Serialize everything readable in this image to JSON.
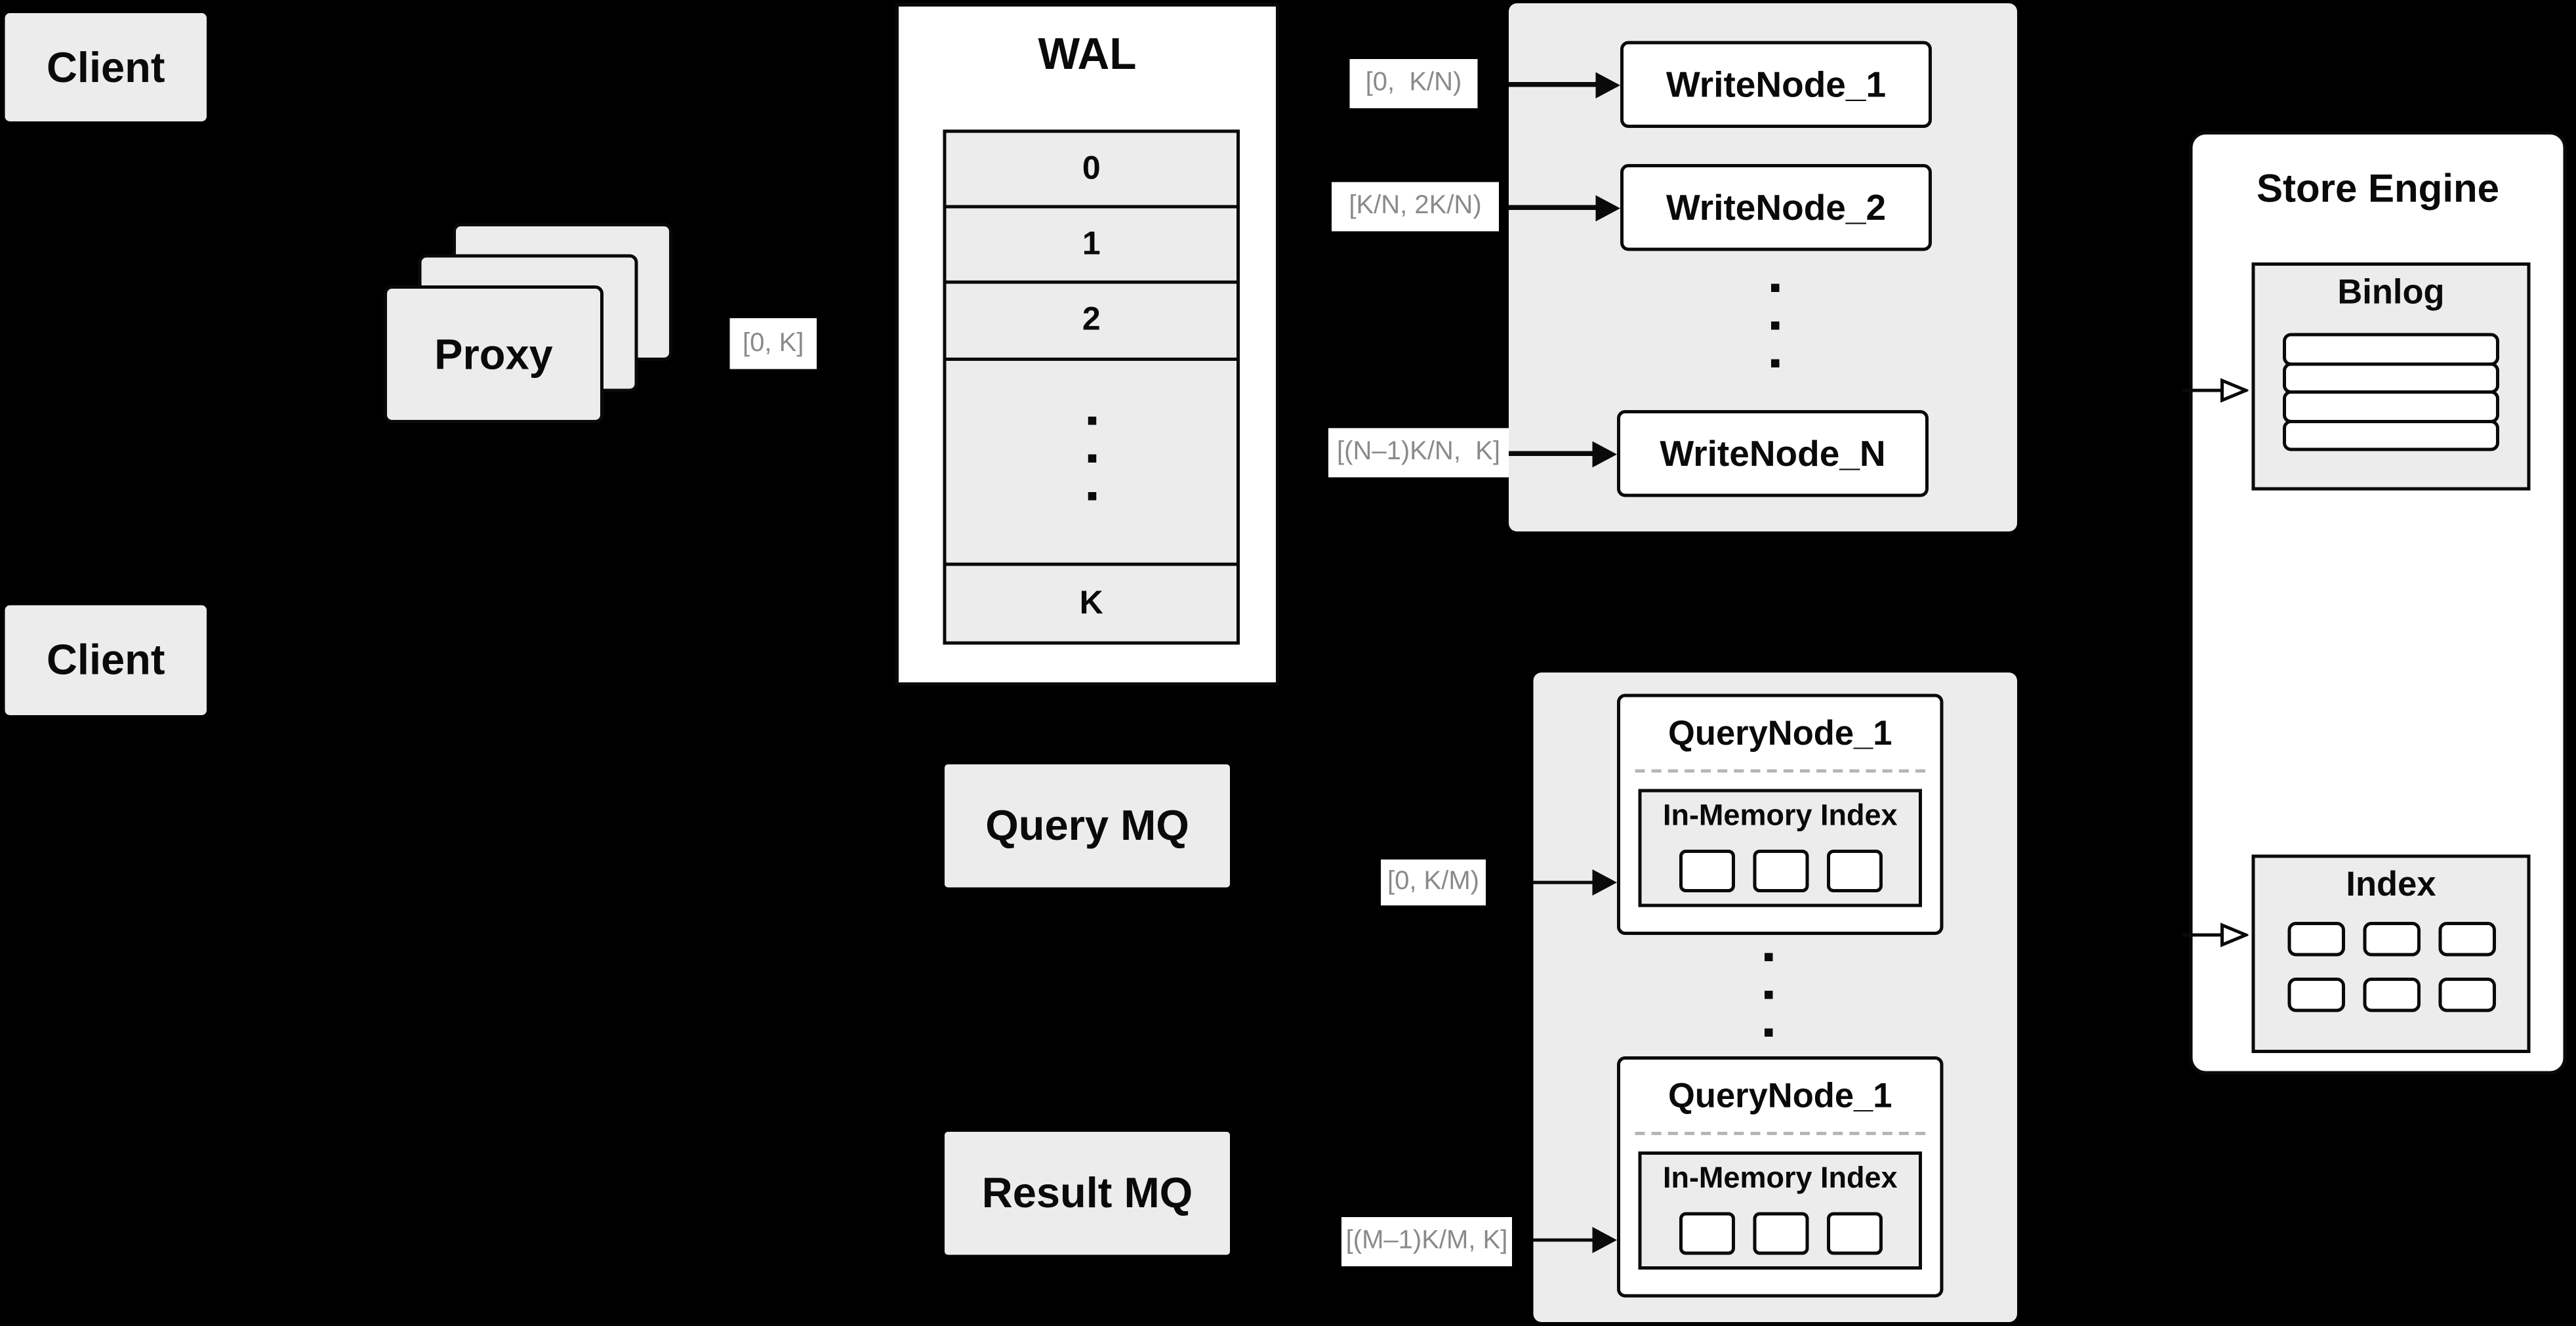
{
  "colors": {
    "background": "#000000",
    "panel_gray": "#ececec",
    "surface_white": "#ffffff",
    "line_black": "#0a0a0a",
    "range_text_gray": "#8a8a8a"
  },
  "client_top": {
    "label": "Client"
  },
  "client_bottom": {
    "label": "Client"
  },
  "proxy": {
    "label": "Proxy",
    "range": "[0, K]"
  },
  "wal": {
    "title": "WAL",
    "segments": [
      "0",
      "1",
      "2"
    ],
    "last_segment": "K"
  },
  "write_group": {
    "nodes": [
      "WriteNode_1",
      "WriteNode_2",
      "WriteNode_N"
    ],
    "ranges": [
      "[0,  K/N)",
      "[K/N, 2K/N)",
      "[(N–1)K/N,  K]"
    ]
  },
  "mq": {
    "query": "Query MQ",
    "result": "Result MQ"
  },
  "query_group": {
    "nodes": [
      {
        "title": "QueryNode_1",
        "inner_title": "In-Memory Index"
      },
      {
        "title": "QueryNode_1",
        "inner_title": "In-Memory Index"
      }
    ],
    "ranges": [
      "[0, K/M)",
      "[(M–1)K/M, K]"
    ]
  },
  "store_engine": {
    "title": "Store Engine",
    "binlog_title": "Binlog",
    "index_title": "Index"
  },
  "dot": "."
}
